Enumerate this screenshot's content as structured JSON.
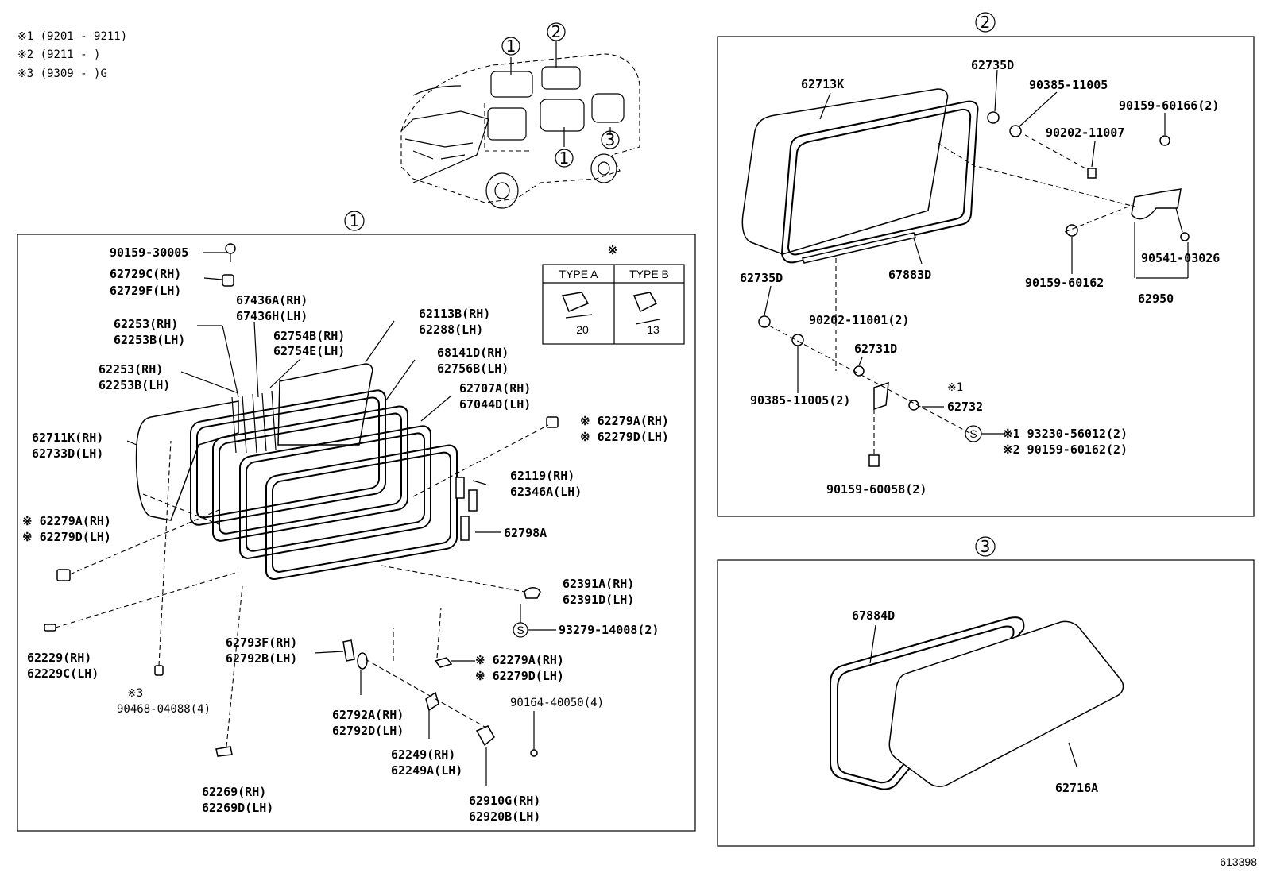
{
  "notes": [
    "※1 (9201 - 9211)",
    "※2 (9211 -       )",
    "※3 (9309 -       )G"
  ],
  "callouts": {
    "one": "1",
    "two": "2",
    "three": "3",
    "van_one_a": "1",
    "van_two": "2",
    "van_one_b": "1",
    "van_three": "3"
  },
  "type_box": {
    "mark": "※",
    "type_a": "TYPE A",
    "type_b": "TYPE B",
    "dim_a": "20",
    "dim_b": "13"
  },
  "panel1_labels": [
    "90159-30005",
    "62729C(RH)",
    "62729F(LH)",
    "67436A(RH)",
    "67436H(LH)",
    "62253(RH)",
    "62253B(LH)",
    "62754B(RH)",
    "62754E(LH)",
    "62113B(RH)",
    "62288(LH)",
    "68141D(RH)",
    "62756B(LH)",
    "62253(RH)",
    "62253B(LH)",
    "62707A(RH)",
    "67044D(LH)",
    "62711K(RH)",
    "62733D(LH)",
    "※ 62279A(RH)",
    "※ 62279D(LH)",
    "62119(RH)",
    "62346A(LH)",
    "※ 62279A(RH)",
    "※ 62279D(LH)",
    "62798A",
    "62391A(RH)",
    "62391D(LH)",
    "93279-14008(2)",
    "62229(RH)",
    "62229C(LH)",
    "62793F(RH)",
    "62792B(LH)",
    "※ 62279A(RH)",
    "※ 62279D(LH)",
    "※3",
    "90468-04088(4)",
    "62792A(RH)",
    "62792D(LH)",
    "90164-40050(4)",
    "62249(RH)",
    "62249A(LH)",
    "62269(RH)",
    "62269D(LH)",
    "62910G(RH)",
    "62920B(LH)"
  ],
  "panel2_labels": [
    "62713K",
    "62735D",
    "90385-11005",
    "90159-60166(2)",
    "90202-11007",
    "62735D",
    "67883D",
    "90541-03026",
    "90159-60162",
    "62950",
    "90202-11001(2)",
    "62731D",
    "90385-11005(2)",
    "※1",
    "62732",
    "※1 93230-56012(2)",
    "※2 90159-60162(2)",
    "90159-60058(2)"
  ],
  "panel3_labels": [
    "67884D",
    "62716A"
  ],
  "s_mark": "S",
  "ref_number": "613398"
}
